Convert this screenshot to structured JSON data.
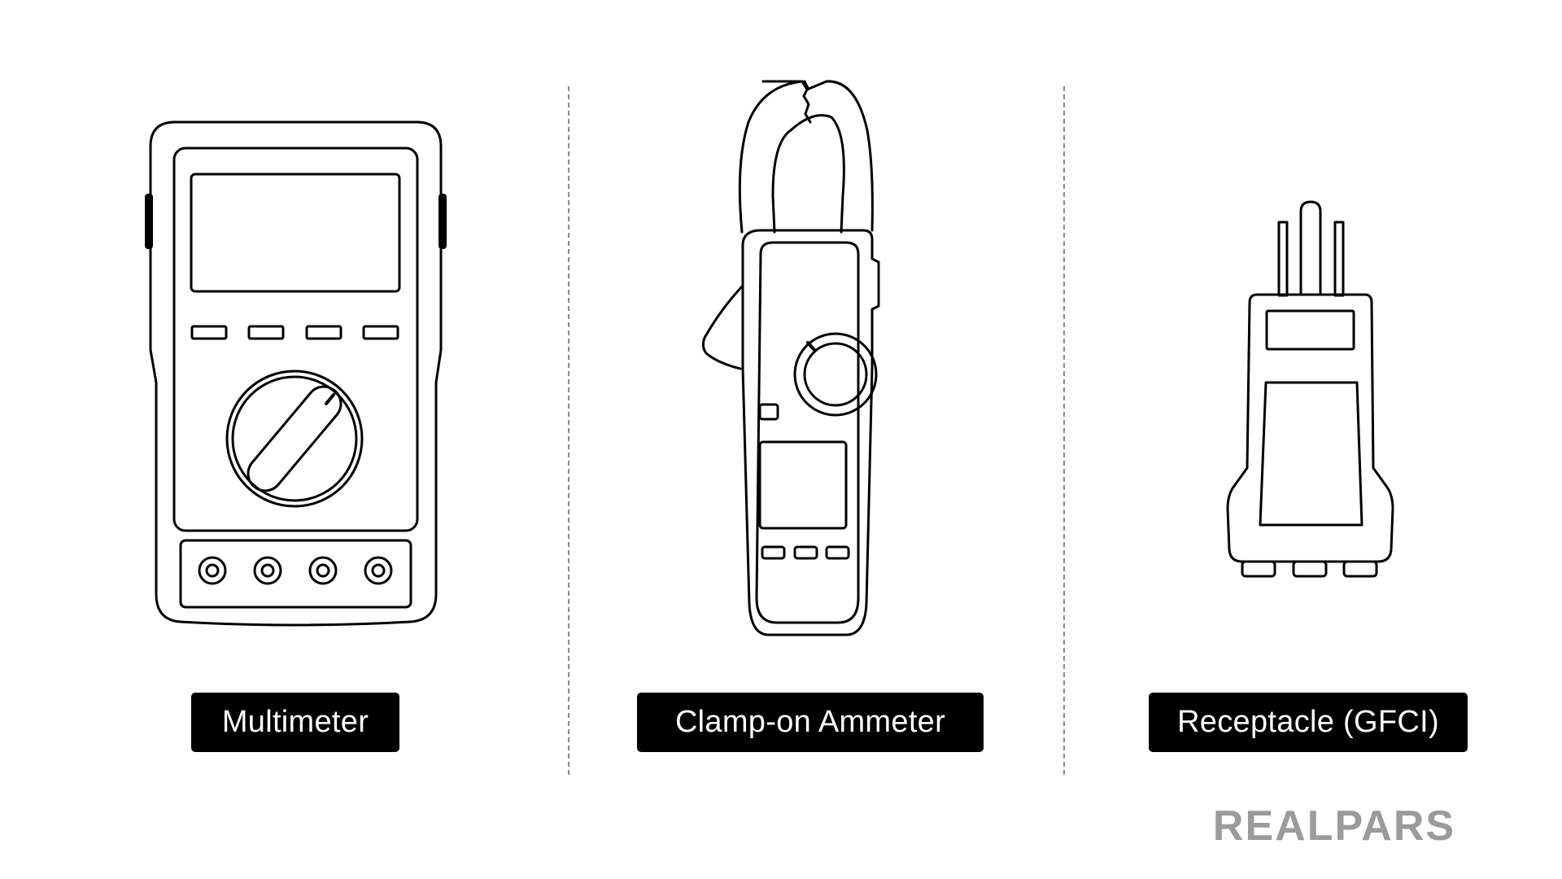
{
  "labels": {
    "multimeter": "Multimeter",
    "clamp": "Clamp-on Ammeter",
    "receptacle": "Receptacle (GFCI)"
  },
  "brand": {
    "logo_text": "REALPARS",
    "color": "#9b9b9b"
  },
  "icons": {
    "multimeter": "multimeter-icon",
    "clamp": "clamp-meter-icon",
    "receptacle": "receptacle-tester-icon"
  }
}
